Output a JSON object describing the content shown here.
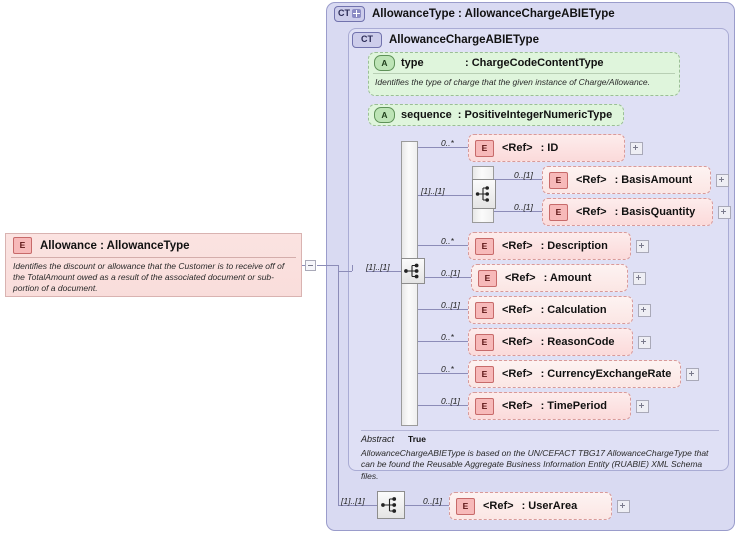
{
  "diagram": {
    "kind": "xsd-schema-diagram"
  },
  "outer_type": {
    "badge": "CT",
    "badge_icon": "complextype-expand-icon",
    "title": "AllowanceType : AllowanceChargeABIEType"
  },
  "inner_type": {
    "badge": "CT",
    "badge_icon": "complextype-icon",
    "title": "AllowanceChargeABIEType",
    "abstract_label": "Abstract",
    "abstract_value": "True",
    "documentation": "AllowanceChargeABIEType is based on the UN/CEFACT TBG17 AllowanceChargeType that can be found the Reusable Aggregate Business Information Entity (RUABIE) XML Schema files."
  },
  "source_element": {
    "badge": "E",
    "badge_icon": "element-icon",
    "title": "Allowance : AllowanceType",
    "documentation": "Identifies the discount or allowance that the Customer is to receive off of the TotalAmount owed as a result of the associated document or sub-portion of a document.",
    "collapse_icon": "minus-box-icon"
  },
  "attributes": [
    {
      "badge": "A",
      "badge_icon": "attribute-icon",
      "name": "type",
      "separator": ": ",
      "type": "ChargeCodeContentType",
      "documentation": "Identifies the type of charge that the given instance of Charge/Allowance."
    },
    {
      "badge": "A",
      "badge_icon": "attribute-icon",
      "name": "sequence",
      "separator": ": ",
      "type": "PositiveIntegerNumericType",
      "documentation": ""
    }
  ],
  "model_groups": {
    "main_sequence_occurrence": "[1]..[1]",
    "inner_sequence_occurrence": "[1]..[1]",
    "userarea_sequence_occurrence": "[1]..[1]",
    "icon": "sequence-icon"
  },
  "elements": [
    {
      "occurrence": "0..*",
      "badge": "E",
      "ref": "<Ref>",
      "name": ": ID",
      "expand": "plus-box-icon"
    },
    {
      "occurrence": "0..[1]",
      "badge": "E",
      "ref": "<Ref>",
      "name": ": BasisAmount",
      "expand": "plus-box-icon"
    },
    {
      "occurrence": "0..[1]",
      "badge": "E",
      "ref": "<Ref>",
      "name": ": BasisQuantity",
      "expand": "plus-box-icon"
    },
    {
      "occurrence": "0..*",
      "badge": "E",
      "ref": "<Ref>",
      "name": ": Description",
      "expand": "plus-box-icon"
    },
    {
      "occurrence": "0..[1]",
      "badge": "E",
      "ref": "<Ref>",
      "name": ": Amount",
      "expand": "plus-box-icon"
    },
    {
      "occurrence": "0..[1]",
      "badge": "E",
      "ref": "<Ref>",
      "name": ": Calculation",
      "expand": "plus-box-icon"
    },
    {
      "occurrence": "0..*",
      "badge": "E",
      "ref": "<Ref>",
      "name": ": ReasonCode",
      "expand": "plus-box-icon"
    },
    {
      "occurrence": "0..*",
      "badge": "E",
      "ref": "<Ref>",
      "name": ": CurrencyExchangeRate",
      "expand": "plus-box-icon"
    },
    {
      "occurrence": "0..[1]",
      "badge": "E",
      "ref": "<Ref>",
      "name": ": TimePeriod",
      "expand": "plus-box-icon"
    },
    {
      "occurrence": "0..[1]",
      "badge": "E",
      "ref": "<Ref>",
      "name": ": UserArea",
      "expand": "plus-box-icon"
    }
  ],
  "colors": {
    "outer_bg": "#d9daf2",
    "inner_bg": "#dfe0f5",
    "attribute_bg": "#dff5dc",
    "element_bg": "#fbdada",
    "line": "#8c8cb8"
  }
}
